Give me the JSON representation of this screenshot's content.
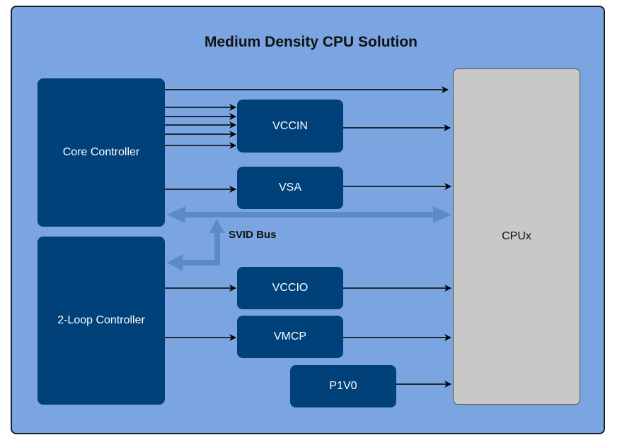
{
  "title": "Medium Density CPU Solution",
  "blocks": {
    "core_controller": "Core Controller",
    "two_loop_controller": "2-Loop Controller",
    "vccin": "VCCIN",
    "vsa": "VSA",
    "vccio": "VCCIO",
    "vmcp": "VMCP",
    "p1v0": "P1V0",
    "cpu": "CPUx"
  },
  "bus_label": "SVID Bus",
  "colors": {
    "background": "#7ba5e0",
    "block": "#00417a",
    "cpu": "#c8c8c8",
    "bus": "#5a8cc8",
    "arrow": "#000000"
  }
}
